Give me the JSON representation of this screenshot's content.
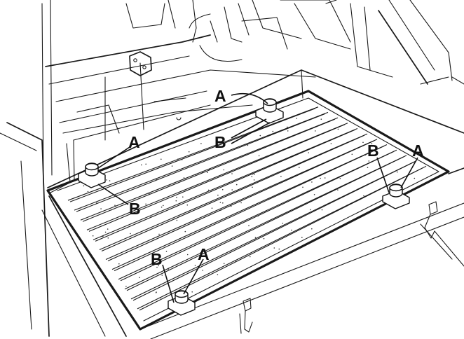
{
  "callouts": {
    "label_a": "A",
    "label_b": "B"
  },
  "legend_pairs": [
    {
      "a": "A",
      "b": "B"
    }
  ],
  "colors": {
    "ink": "#1a1a1a",
    "paper": "#ffffff"
  }
}
